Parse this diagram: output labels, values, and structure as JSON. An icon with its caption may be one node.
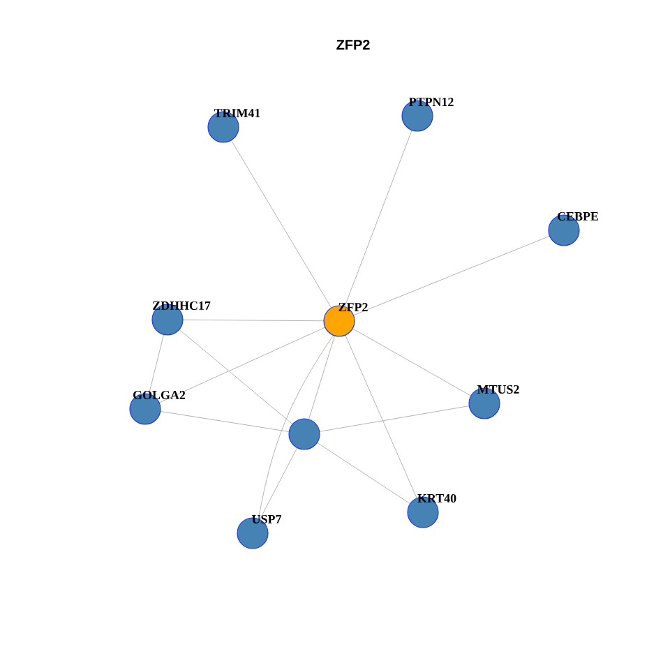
{
  "diagram": {
    "title": "ZFP2",
    "nodes": [
      {
        "text": [
          "TRIM41"
        ]
      },
      {
        "text": [
          "PTPN12"
        ]
      },
      {
        "text": [
          "CEBPE"
        ]
      },
      {
        "text": [
          "ZDHHC17"
        ]
      },
      {
        "text": [
          "ZFP2"
        ]
      },
      {
        "text": [
          "GOLGA2"
        ]
      },
      {
        "text": [
          "MTUS2"
        ]
      },
      {
        "text": [],
        "shape": "circle"
      },
      {
        "text": [
          "KRT40"
        ]
      },
      {
        "text": [
          "USP7"
        ]
      }
    ],
    "edges": [
      {
        "from": 4,
        "to": 0,
        "arrow": "none"
      },
      {
        "from": 4,
        "to": 1,
        "arrow": "none"
      },
      {
        "from": 4,
        "to": 2,
        "arrow": "none"
      },
      {
        "from": 4,
        "to": 3,
        "arrow": "none"
      },
      {
        "from": 4,
        "to": 5,
        "arrow": "none"
      },
      {
        "from": 4,
        "to": 6,
        "arrow": "none"
      },
      {
        "from": 4,
        "to": 8,
        "arrow": "none"
      },
      {
        "from": 4,
        "to": 9,
        "arrow": "none"
      },
      {
        "from": 4,
        "to": 7,
        "arrow": "none"
      },
      {
        "from": 7,
        "to": 3,
        "arrow": "none"
      },
      {
        "from": 7,
        "to": 5,
        "arrow": "none"
      },
      {
        "from": 7,
        "to": 6,
        "arrow": "none"
      },
      {
        "from": 7,
        "to": 8,
        "arrow": "none"
      },
      {
        "from": 7,
        "to": 9,
        "arrow": "none"
      },
      {
        "from": 3,
        "to": 5,
        "arrow": "none"
      }
    ]
  }
}
